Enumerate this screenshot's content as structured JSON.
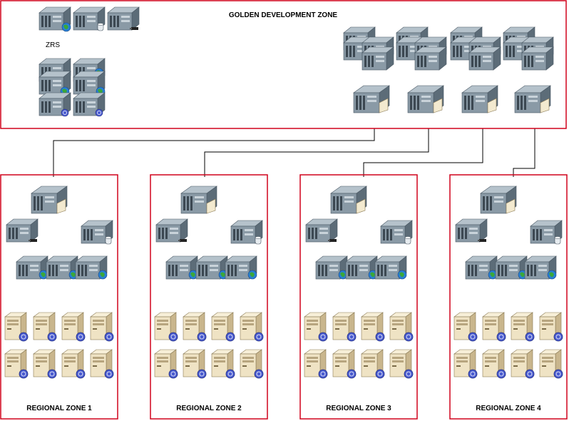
{
  "title": "GOLDEN DEVELOPMENT ZONE",
  "zrs_label": "ZRS",
  "zones": [
    {
      "label": "REGIONAL ZONE 1"
    },
    {
      "label": "REGIONAL ZONE 2"
    },
    {
      "label": "REGIONAL ZONE 3"
    },
    {
      "label": "REGIONAL ZONE 4"
    }
  ],
  "colors": {
    "zone_border": "#d0021b",
    "connector": "#000000",
    "rack_body": "#8a9aa6",
    "rack_dark": "#5c6c78",
    "rack_top": "#b5c2cb",
    "tower_body": "#efe3c4",
    "tower_dark": "#c9b68d",
    "globe": "#2a7fd4",
    "globe_green": "#3aa83a",
    "badge_blue": "#4a5ccf"
  }
}
